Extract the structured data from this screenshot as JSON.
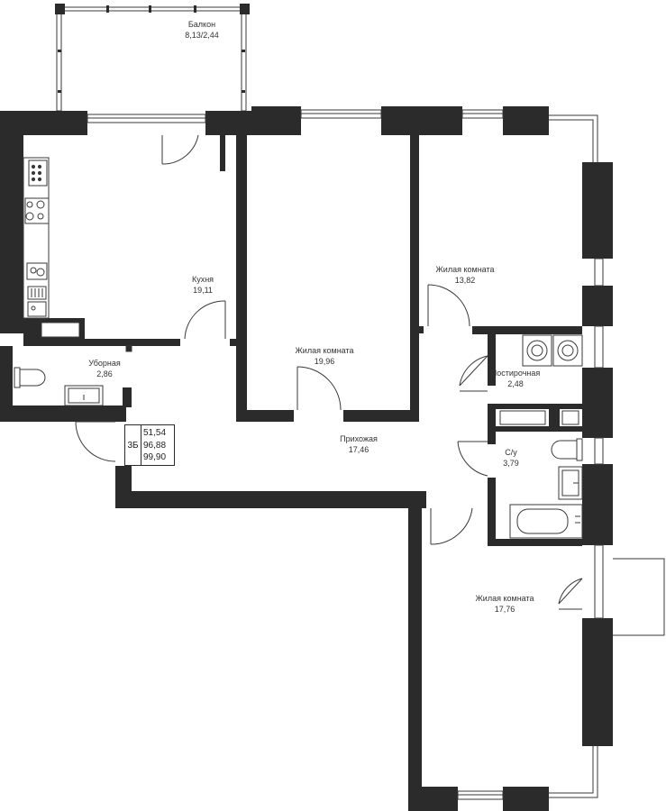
{
  "rooms": {
    "balcony": {
      "name": "Балкон",
      "area": "8,13/2,44"
    },
    "kitchen": {
      "name": "Кухня",
      "area": "19,11"
    },
    "toilet": {
      "name": "Уборная",
      "area": "2,86"
    },
    "living1": {
      "name": "Жилая комната",
      "area": "19,96"
    },
    "living2": {
      "name": "Жилая комната",
      "area": "13,82"
    },
    "laundry": {
      "name": "Постирочная",
      "area": "2,48"
    },
    "hall": {
      "name": "Прихожая",
      "area": "17,46"
    },
    "bathroom": {
      "name": "С/у",
      "area": "3,79"
    },
    "living3": {
      "name": "Жилая комната",
      "area": "17,76"
    }
  },
  "summary": {
    "type": "3Б",
    "values": [
      "51,54",
      "96,88",
      "99,90"
    ]
  },
  "colors": {
    "wall": "#2b2b2b",
    "line": "#3a3a3a",
    "background": "#ffffff"
  }
}
